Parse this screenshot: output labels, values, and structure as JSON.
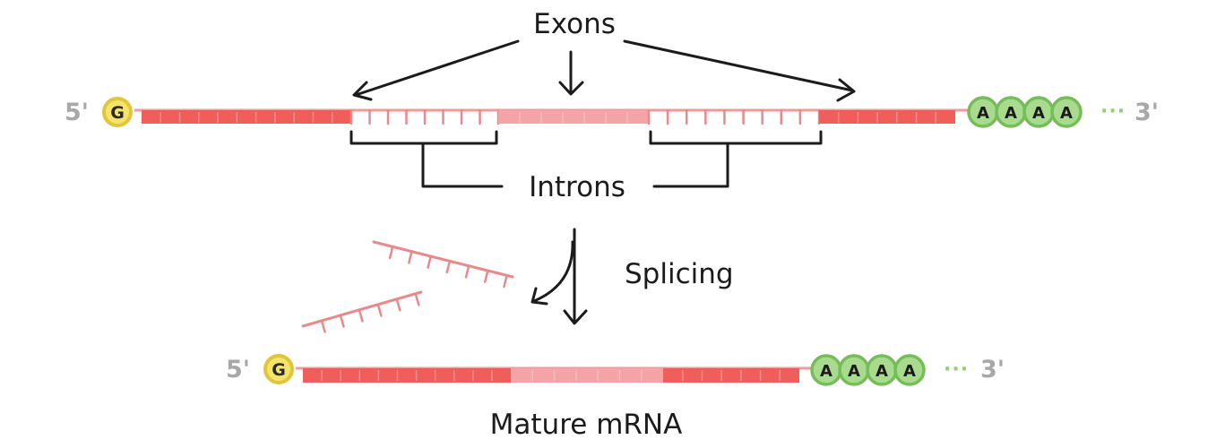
{
  "labels": {
    "exons": "Exons",
    "introns": "Introns",
    "splicing": "Splicing",
    "mature": "Mature mRNA"
  },
  "pre_mrna": {
    "five_prime": "5'",
    "three_prime": "3'",
    "cap": "G",
    "tail": [
      "A",
      "A",
      "A",
      "A"
    ],
    "tail_dots": "···"
  },
  "mature_mrna": {
    "five_prime": "5'",
    "three_prime": "3'",
    "cap": "G",
    "tail": [
      "A",
      "A",
      "A",
      "A"
    ],
    "tail_dots": "···"
  },
  "colors": {
    "exon_dark": "#ef5e5b",
    "exon_light": "#f4a3a6",
    "intron": "#e88a8c",
    "cap_fill": "#f6e46a",
    "cap_stroke": "#e0c63a",
    "tail_fill": "#a9db8f",
    "tail_stroke": "#76bc58",
    "ink": "#1b1b1b",
    "end_label": "#a8a8a8"
  }
}
